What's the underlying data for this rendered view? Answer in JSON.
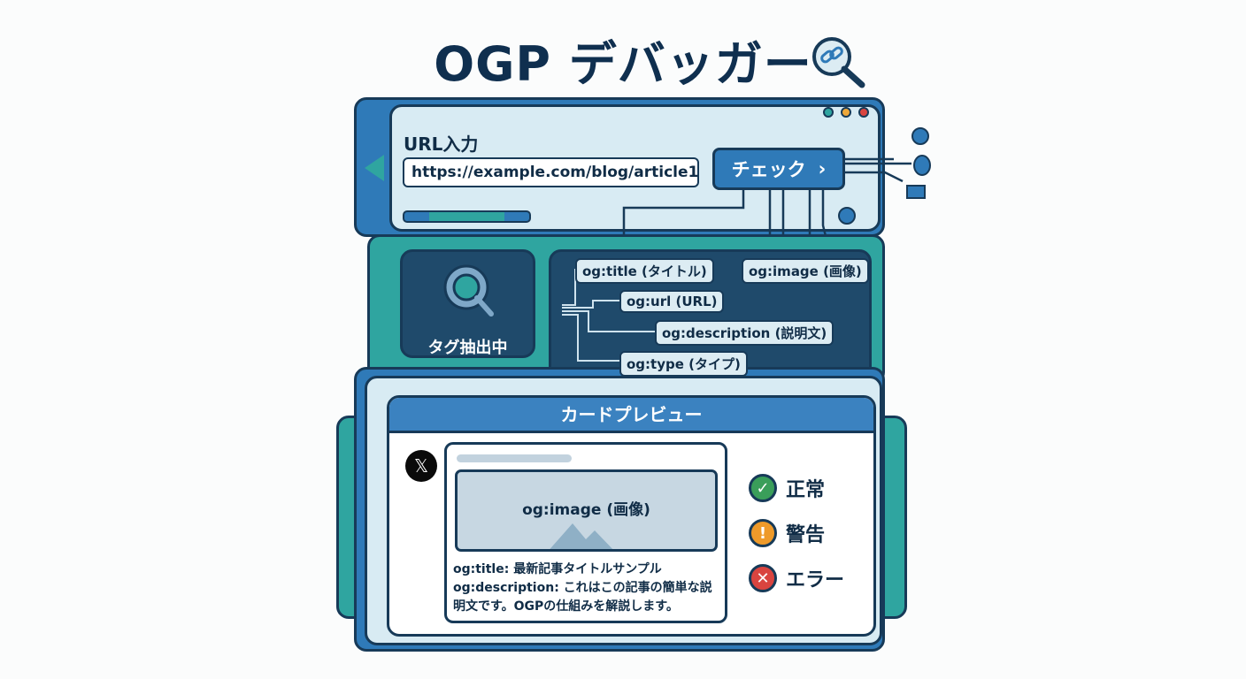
{
  "title": "OGP デバッガー",
  "title_icon": "link-magnifier-icon",
  "url_panel": {
    "label": "URL入力",
    "url_value": "https://example.com/blog/article1",
    "check_button": "チェック",
    "check_chevron": "›"
  },
  "extract_panel": {
    "label": "タグ抽出中"
  },
  "tags": [
    "og:title (タイトル)",
    "og:image (画像)",
    "og:url (URL)",
    "og:description (説明文)",
    "og:type (タイプ)"
  ],
  "preview": {
    "header": "カードプレビュー",
    "platform_icon": "x-logo-icon",
    "image_label": "og:image (画像)",
    "title_line": "og:title: 最新記事タイトルサンプル",
    "description_line": "og:description: これはこの記事の簡単な説明文です。OGPの仕組みを解説します。"
  },
  "statuses": [
    {
      "label": "正常",
      "icon": "check-icon",
      "color": "#3a9e5a",
      "glyph": "✓"
    },
    {
      "label": "警告",
      "icon": "warning-icon",
      "color": "#ee9a2a",
      "glyph": "!"
    },
    {
      "label": "エラー",
      "icon": "error-icon",
      "color": "#d9443f",
      "glyph": "✕"
    }
  ],
  "colors": {
    "navy": "#173a58",
    "blue": "#2f7ab8",
    "teal": "#2fa5a0",
    "light": "#d8ebf3"
  }
}
